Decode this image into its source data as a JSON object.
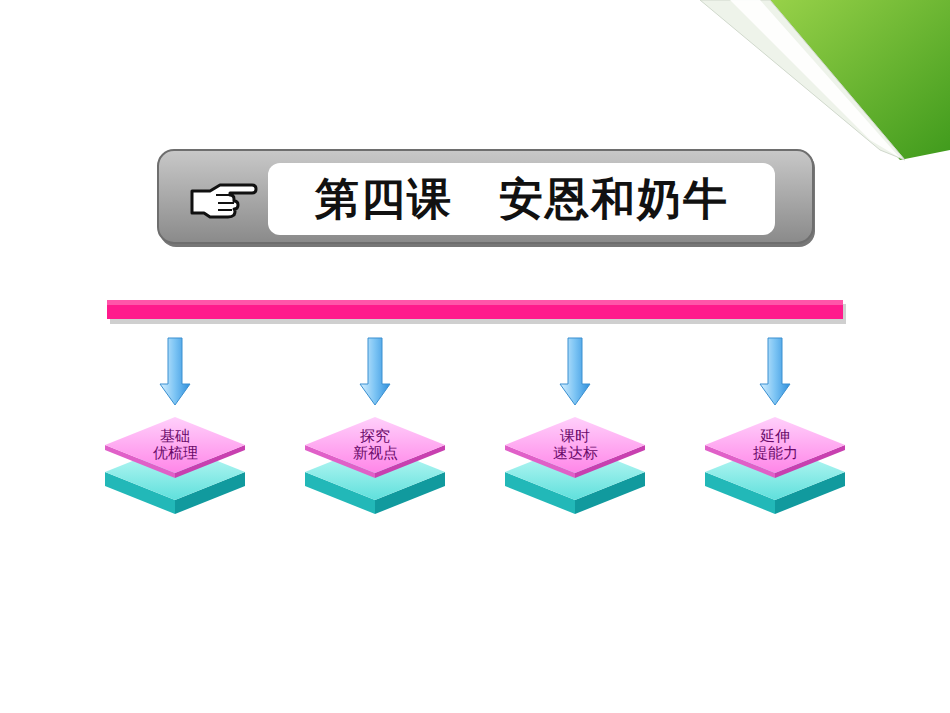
{
  "diagram": {
    "title": "第四课　安恩和奶牛",
    "nodes": [
      {
        "text": [
          "基础 优梳理"
        ]
      },
      {
        "text": [
          "探究 新视点"
        ]
      },
      {
        "text": [
          "课时 速达标"
        ]
      },
      {
        "text": [
          "延伸 提能力"
        ]
      }
    ]
  }
}
